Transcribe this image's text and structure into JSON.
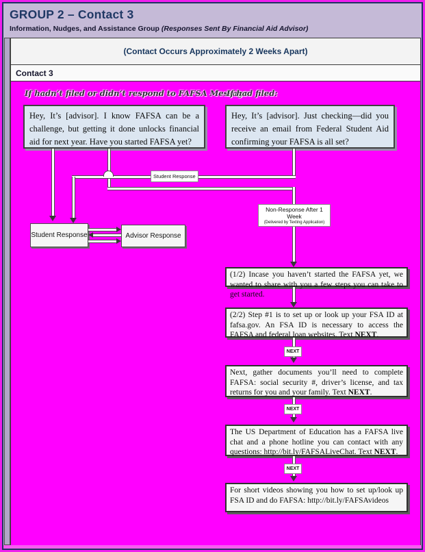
{
  "header": {
    "title": "GROUP 2 – Contact 3",
    "subtitle": "Information, Nudges, and Assistance Group ",
    "subtitle_italic": "(Responses Sent By Financial Aid Advisor)"
  },
  "table": {
    "timing_row": "(Contact Occurs Approximately 2 Weeks Apart)",
    "contact_row": "Contact 3"
  },
  "flow": {
    "left_condition": "If hadn’t filed or didn’t respond to FAFSA Message:",
    "right_condition": "If had filed:",
    "left_message": "Hey, It’s [advisor]. I know FAFSA can be a challenge, but getting it done unlocks financial aid for next year. Have you started FAFSA yet?",
    "right_message": "Hey, It’s [advisor]. Just checking—did you receive an email from Federal Student Aid confirming your FAFSA is all set?",
    "connector_label": "Student Response",
    "non_response_title": "Non-Response After 1 Week",
    "non_response_sub": "(Delivered by Texting Application)",
    "student_box": "Student Response",
    "advisor_box": "Advisor Response",
    "next_label": "NEXT",
    "steps": [
      {
        "pre": "(1/2) Incase you haven’t started the FAFSA yet, we wanted to share with you a few steps you can take to get started.",
        "bold": "",
        "post": ""
      },
      {
        "pre": "(2/2) Step #1 is to set up or look up your FSA ID at fafsa.gov. An FSA ID is necessary to access the FAFSA and federal loan websites. Text ",
        "bold": "NEXT",
        "post": "."
      },
      {
        "pre": "Next, gather documents you’ll need to complete FAFSA: social security #, driver’s license, and tax returns for you and your family. Text ",
        "bold": "NEXT",
        "post": "."
      },
      {
        "pre": "The US Department of Education has a FAFSA live chat and a phone hotline you can contact with any questions: http://bit.ly/FAFSALiveChat. Text ",
        "bold": "NEXT",
        "post": "."
      },
      {
        "pre": "For short videos showing you how to set up/look up FSA ID and do FAFSA: http://bit.ly/FAFSAvideos",
        "bold": "",
        "post": ""
      }
    ]
  },
  "colors": {
    "cell_magenta": "#ff00ff",
    "page_lavender": "#c0b5d2",
    "page_pink": "#f55cf0",
    "navy": "#1f3864",
    "message_blue": "#dce6f1"
  }
}
